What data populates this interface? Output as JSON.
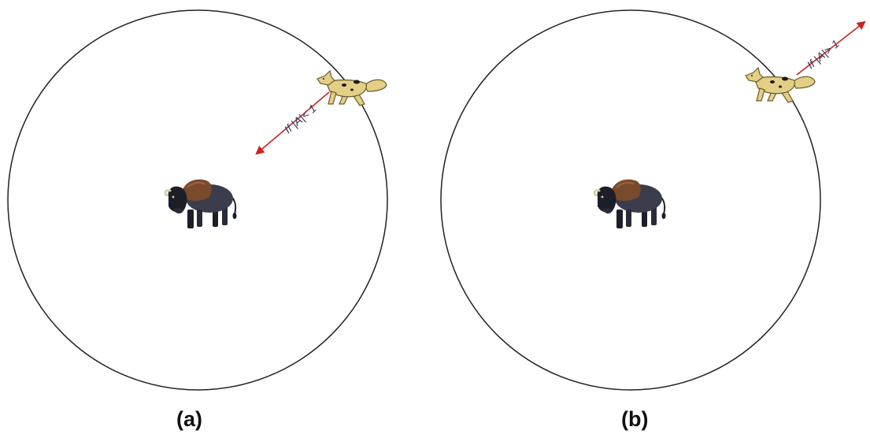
{
  "colors": {
    "circle_stroke": "#222222",
    "arrow": "#cc2222",
    "wolf_body": "#e3cf85",
    "wolf_outline": "#6b5a2a",
    "wolf_spot": "#1a1a1a",
    "bison_fur": "#3b3d4d",
    "bison_hump": "#7a4a2c",
    "bison_dark": "#1d1e28"
  },
  "panels": [
    {
      "label": "(a)",
      "arrow_label": "If |A|< 1",
      "arrow_direction": "toward-prey",
      "predator_icon": "wolf-icon",
      "prey_icon": "bison-icon"
    },
    {
      "label": "(b)",
      "arrow_label": "If |A|> 1",
      "arrow_direction": "away-from-prey",
      "predator_icon": "wolf-icon",
      "prey_icon": "bison-icon"
    }
  ]
}
